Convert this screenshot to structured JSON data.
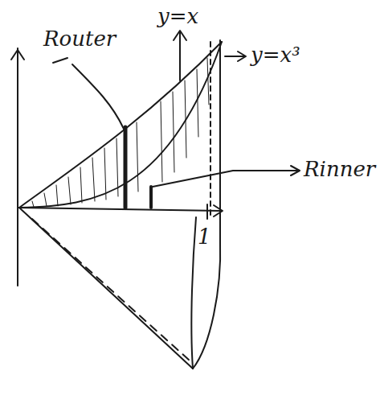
{
  "diagram": {
    "labels": [
      "y=x",
      "Router",
      "y=x³",
      "Rinner",
      "1"
    ]
  }
}
